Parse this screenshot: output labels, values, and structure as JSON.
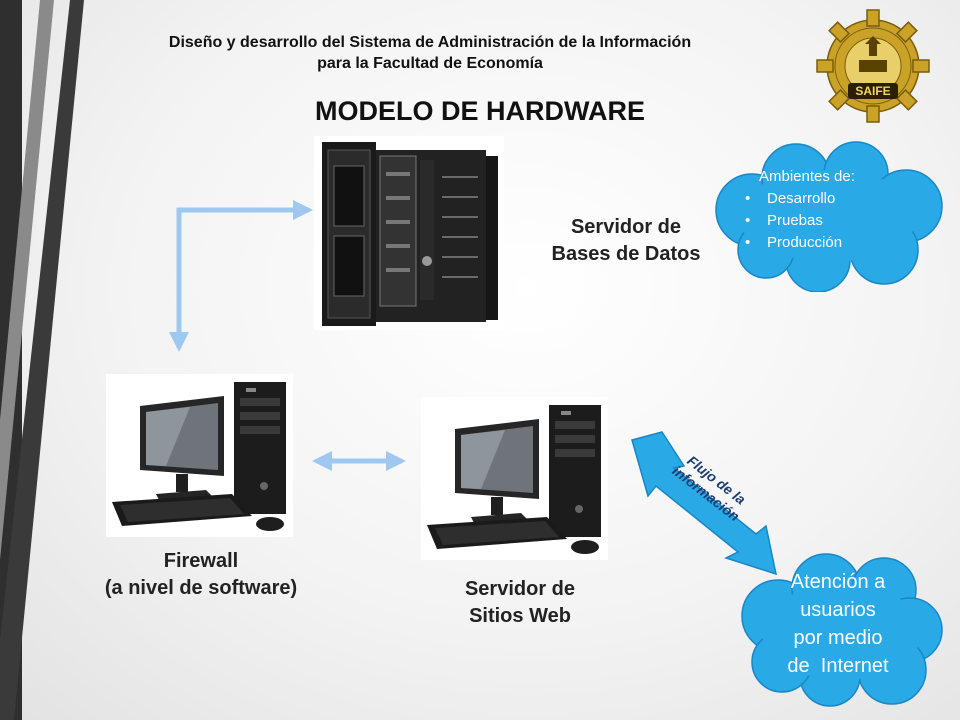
{
  "header": {
    "line1": "Diseño y desarrollo del Sistema de Administración de la Información",
    "line2": "para la Facultad de Economía"
  },
  "logo": {
    "name": "SAIFE"
  },
  "title": "MODELO DE HARDWARE",
  "db_server": {
    "line1": "Servidor de",
    "line2": "Bases de Datos"
  },
  "environments": {
    "heading": "Ambientes de:",
    "items": [
      "Desarrollo",
      "Pruebas",
      "Producción"
    ]
  },
  "firewall": {
    "line1": "Firewall",
    "line2": "(a nivel de software)"
  },
  "web_server": {
    "line1": "Servidor de",
    "line2": "Sitios Web"
  },
  "flow": {
    "line1": "Flujo de la",
    "line2": "información"
  },
  "user_access": {
    "line1": "Atención a",
    "line2": "usuarios",
    "line3": "por medio",
    "line4": "de  Internet"
  },
  "colors": {
    "cloud": "#29a9e6",
    "cloud_border": "#1a86c6",
    "connector": "#9ec8ef",
    "stripe_dark": "#3a3a3a",
    "stripe_gray": "#8a8a8a"
  }
}
